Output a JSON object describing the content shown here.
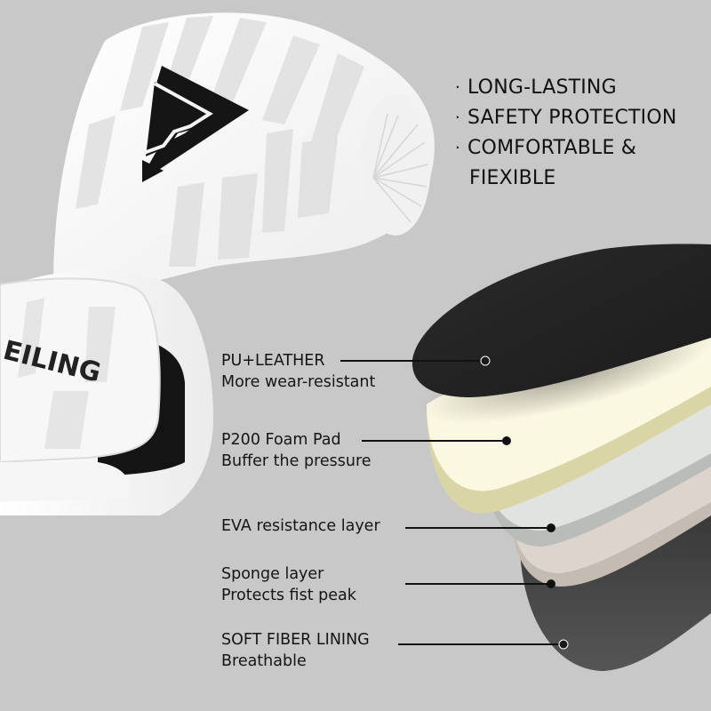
{
  "product": {
    "type": "boxing glove",
    "brand_text": "EILING",
    "logo": "stylized-arrow-logo"
  },
  "features": [
    {
      "bullet": "·",
      "lines": [
        "LONG-LASTING"
      ]
    },
    {
      "bullet": "·",
      "lines": [
        "SAFETY PROTECTION"
      ]
    },
    {
      "bullet": "·",
      "lines": [
        "COMFORTABLE &",
        "FIEXIBLE"
      ]
    }
  ],
  "layers": [
    {
      "title": "PU+LEATHER",
      "subtitle": "More wear-resistant",
      "color": "#242424"
    },
    {
      "title": "P200 Foam Pad",
      "subtitle": "Buffer the pressure",
      "color": "#fbf8e2"
    },
    {
      "title": "EVA resistance layer",
      "subtitle": "",
      "color": "#e1e3e0"
    },
    {
      "title": "Sponge layer",
      "subtitle": "Protects fist peak",
      "color": "#ddd5cd"
    },
    {
      "title": "SOFT FIBER LINING",
      "subtitle": "Breathable",
      "color": "#4a4a4a"
    }
  ],
  "colors": {
    "background": "#c8c8c8",
    "glove": "#f4f4f4",
    "glove_pattern": "#e2e2e2",
    "text": "#111111"
  }
}
